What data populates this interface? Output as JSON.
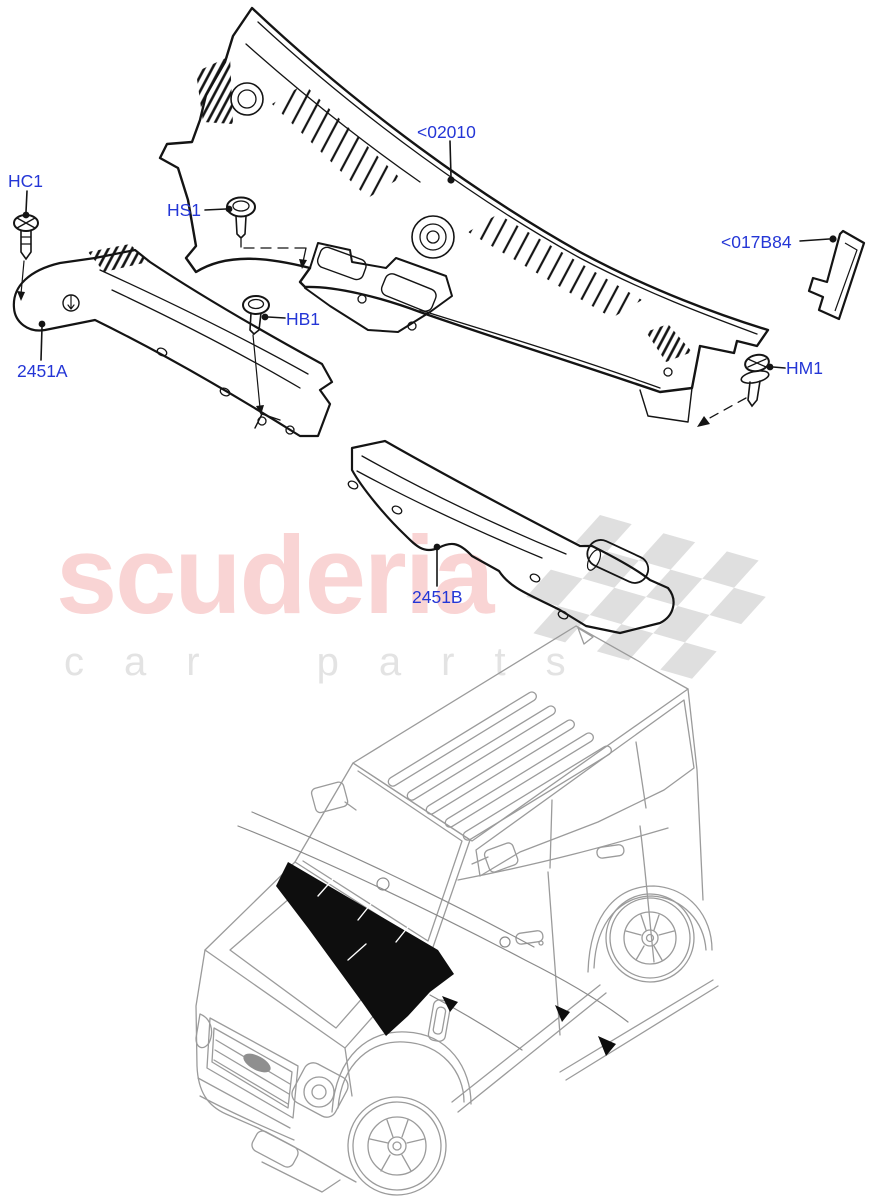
{
  "watermark": {
    "brand": "scuderia",
    "tagline": "car parts"
  },
  "diagram": {
    "description": "Cowl panel exploded parts diagram with vehicle locator",
    "callouts": [
      {
        "code": "HC1"
      },
      {
        "code": "HS1"
      },
      {
        "code": "<02010"
      },
      {
        "code": "<017B84"
      },
      {
        "code": "2451A"
      },
      {
        "code": "HB1"
      },
      {
        "code": "HM1"
      },
      {
        "code": "2451B"
      }
    ]
  },
  "colors": {
    "callout_blue": "#2436d6",
    "part_line_black": "#141414",
    "vehicle_line_gray": "#9b9b9b",
    "watermark_pink": "#f9d4d4",
    "watermark_gray": "#e3e3e3",
    "flag_gray": "#dfdfdf"
  }
}
